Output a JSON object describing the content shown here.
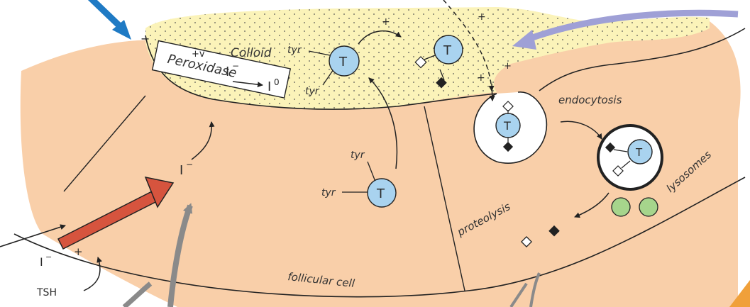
{
  "colors": {
    "cell": "#f9cfa9",
    "colloid": "#fbf3b9",
    "thyroglobulin": "#a9d3ef",
    "lysosome": "#a6d58c",
    "iodide_transport_arrow": "#d6543e",
    "blue_arrow": "#1f7ac4",
    "purple_arrow": "#9fa0d6",
    "grey_arrow": "#8a8a8a",
    "orange_corner": "#f0a03a"
  },
  "labels": {
    "colloid": "Colloid",
    "peroxidase": "Peroxidase",
    "iodide_in_colloid": "I",
    "iodide_superscript": "−",
    "iodine": "I",
    "iodine_superscript": "0",
    "iodide_cell": "I",
    "iodide_cell_superscript": "−",
    "iodide_outside": "I",
    "iodide_outside_superscript": "−",
    "tsh": "TSH",
    "tsh_plus": "+",
    "membrane_charge": "+v",
    "minus_sign": "−",
    "tyr_top_left": "tyr",
    "tyr_top_bottom": "tyr",
    "tyr_mid_top": "tyr",
    "tyr_mid_left": "tyr",
    "thyroglobulin": "T",
    "plus_top": "+",
    "plus_dashed": "+",
    "plus_membrane": "+",
    "endocytosis": "endocytosis",
    "lysosomes": "lysosomes",
    "proteolysis": "proteolysis",
    "follicular_cell": "follicular cell"
  },
  "icons": {
    "blue_arrow": "blue-arrow-icon",
    "purple_arrow": "purple-arrow-icon",
    "transport_arrow": "red-transport-arrow-icon",
    "grey_arrow": "grey-arrow-icon"
  }
}
